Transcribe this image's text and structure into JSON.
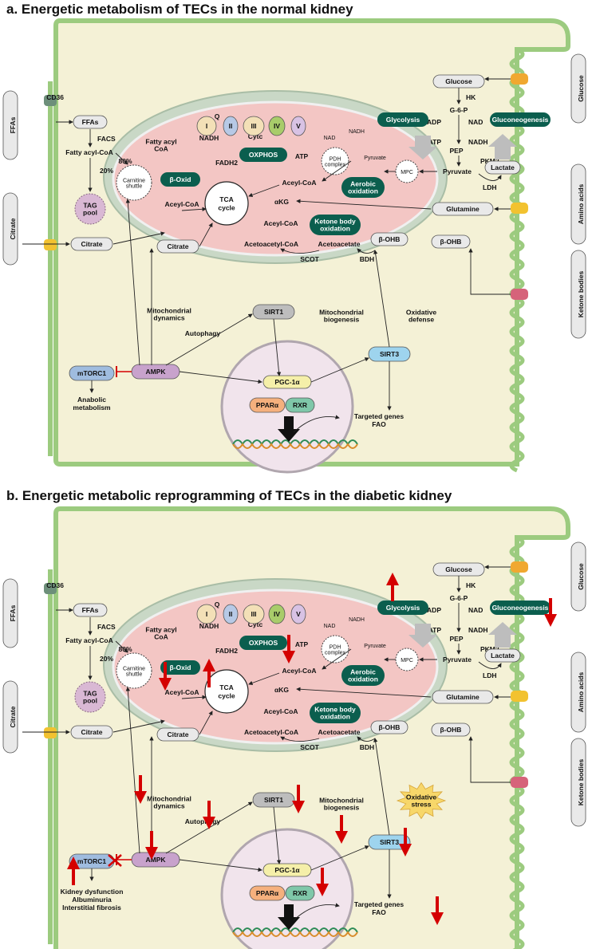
{
  "panel_a": {
    "title": "a. Energetic metabolism of TECs in the normal kidney",
    "outside": {
      "ffas": "FFAs",
      "citrate": "Citrate",
      "glucose": "Glucose",
      "amino_acids": "Amino acids",
      "ketone_bodies": "Ketone bodies"
    },
    "cyto": {
      "cd36": "CD36",
      "ffas": "FFAs",
      "facs": "FACS",
      "fatty_acyl_coa": "Fatty acyl-CoA",
      "pct80": "80%",
      "pct20": "20%",
      "tag_pool": "TAG\npool",
      "carnitine_shuttle": "Carnitine\nshuttle",
      "citrate": "Citrate",
      "glucose": "Glucose",
      "hk": "HK",
      "g6p": "G-6-P",
      "adp": "ADP",
      "atp": "ATP",
      "nad": "NAD",
      "nadh": "NADH",
      "pep": "PEP",
      "pkm2": "PKM2",
      "pyruvate": "Pyruvate",
      "lactate": "Lactate",
      "ldh": "LDH",
      "glycolysis": "Glycolysis",
      "gluconeogenesis": "Gluconeogenesis",
      "glutamine": "Glutamine",
      "bohb": "β-OHB",
      "mpc": "MPC"
    },
    "mito": {
      "fatty_acyl_coa": "Fatty acyl\nCoA",
      "b_oxid": "β-Oxid",
      "acyl_coa": "Aceyl-CoA",
      "nadh": "NADH",
      "fadh2": "FADH2",
      "tca": "TCA\ncycle",
      "oxphos": "OXPHOS",
      "atp": "ATP",
      "cytc": "Cytc",
      "complexes": [
        "I",
        "II",
        "III",
        "IV",
        "V"
      ],
      "q": "Q",
      "nad": "NAD",
      "nadh2": "NADH",
      "pdh": "PDH\ncomplex",
      "pyruvate": "Pyruvate",
      "aerobic": "Aerobic\noxidation",
      "acyl_coa2": "Aceyl-CoA",
      "akg": "αKG",
      "acyl_coa3": "Aceyl-CoA",
      "acetoacetyl": "Acetoacetyl-CoA",
      "ketone_ox": "Ketone body\noxidation",
      "acetoacetate": "Acetoacetate",
      "scot": "SCOT",
      "bdh": "BDH",
      "bohb": "β-OHB",
      "citrate": "Citrate"
    },
    "signal": {
      "mito_dyn": "Mitochondrial\ndynamics",
      "autophagy": "Autophagy",
      "sirt1": "SIRT1",
      "mito_bio": "Mitochondrial\nbiogenesis",
      "ox_def": "Oxidative\ndefense",
      "ampk": "AMPK",
      "mtorc1": "mTORC1",
      "anabolic": "Anabolic\nmetabolism",
      "pgc": "PGC-1α",
      "sirt3": "SIRT3",
      "ppar": "PPARα",
      "rxr": "RXR",
      "targeted": "Targeted genes\nFAO"
    }
  },
  "panel_b": {
    "title": "b.  Energetic metabolic reprogramming of TECs in the diabetic kidney",
    "outside": {
      "ffas": "FFAs",
      "citrate": "Citrate",
      "glucose": "Glucose",
      "amino_acids": "Amino acids",
      "ketone_bodies": "Ketone bodies"
    },
    "cyto": {
      "cd36": "CD36",
      "ffas": "FFAs",
      "facs": "FACS",
      "fatty_acyl_coa": "Fatty acyl-CoA",
      "pct80": "80%",
      "pct20": "20%",
      "tag_pool": "TAG\npool",
      "carnitine_shuttle": "Carnitine\nshuttle",
      "citrate": "Citrate",
      "glucose": "Glucose",
      "hk": "HK",
      "g6p": "G-6-P",
      "adp": "ADP",
      "atp": "ATP",
      "nad": "NAD",
      "nadh": "NADH",
      "pep": "PEP",
      "pkm2": "PKM2",
      "pyruvate": "Pyruvate",
      "lactate": "Lactate",
      "ldh": "LDH",
      "glycolysis": "Glycolysis",
      "gluconeogenesis": "Gluconeogenesis",
      "glutamine": "Glutamine",
      "bohb": "β-OHB",
      "mpc": "MPC"
    },
    "mito": {
      "fatty_acyl_coa": "Fatty acyl\nCoA",
      "b_oxid": "β-Oxid",
      "acyl_coa": "Aceyl-CoA",
      "nadh": "NADH",
      "fadh2": "FADH2",
      "tca": "TCA\ncycle",
      "oxphos": "OXPHOS",
      "atp": "ATP",
      "cytc": "Cytc",
      "complexes": [
        "I",
        "II",
        "III",
        "IV",
        "V"
      ],
      "q": "Q",
      "nad": "NAD",
      "nadh2": "NADH",
      "pdh": "PDH\ncomplex",
      "pyruvate": "Pyruvate",
      "aerobic": "Aerobic\noxidation",
      "acyl_coa2": "Aceyl-CoA",
      "akg": "αKG",
      "acyl_coa3": "Aceyl-CoA",
      "acetoacetyl": "Acetoacetyl-CoA",
      "ketone_ox": "Ketone body\noxidation",
      "acetoacetate": "Acetoacetate",
      "scot": "SCOT",
      "bdh": "BDH",
      "bohb": "β-OHB",
      "citrate": "Citrate"
    },
    "signal": {
      "mito_dyn": "Mitochondrial\ndynamics",
      "autophagy": "Autophagy",
      "sirt1": "SIRT1",
      "mito_bio": "Mitochondrial\nbiogenesis",
      "ox_stress": "Oxidative\nstress",
      "ampk": "AMPK",
      "mtorc1": "mTORC1",
      "outcome": "Kidney dysfunction\nAlbuminuria\nInterstitial fibrosis",
      "pgc": "PGC-1α",
      "sirt3": "SIRT3",
      "ppar": "PPARα",
      "rxr": "RXR",
      "targeted": "Targeted genes\nFAO"
    }
  },
  "colors": {
    "cell_fill": "#f4f1d6",
    "membrane": "#9ccb7f",
    "mito_outer": "#c9d8c6",
    "mito_inner": "#f3c6c4",
    "nucleus": "#f1e4ec",
    "dark_green": "#0b5e4e",
    "red_regulation": "#d40000"
  }
}
